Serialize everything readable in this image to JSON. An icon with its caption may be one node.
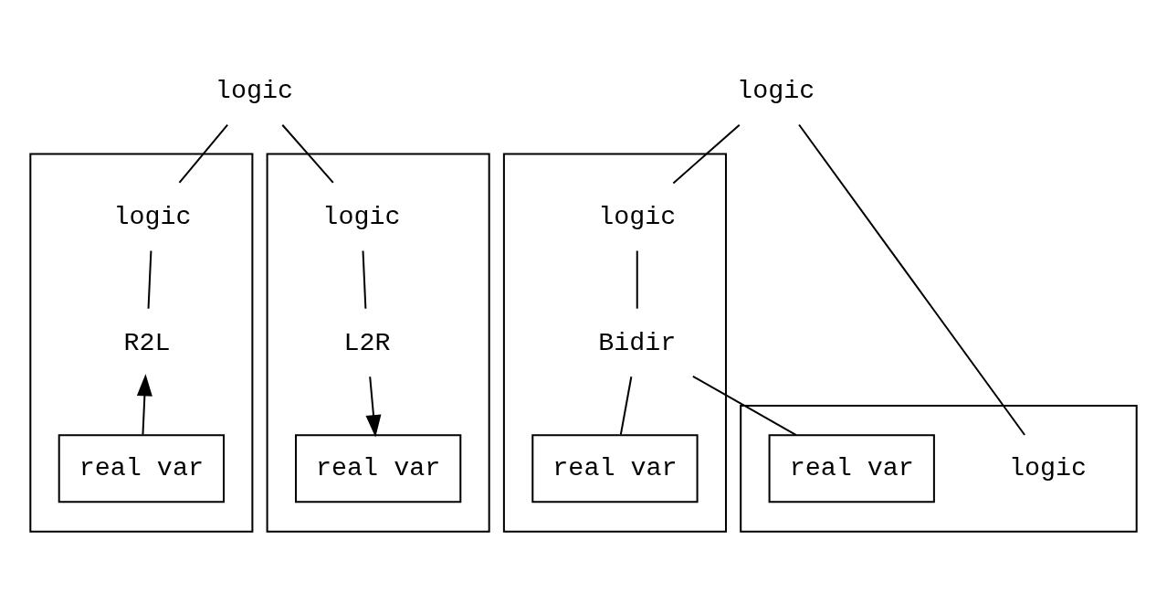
{
  "diagram": {
    "nodes": [
      {
        "text": [
          "logic"
        ]
      },
      {
        "text": [],
        "shape": "box"
      },
      {
        "text": [
          "logic"
        ],
        "in": 1
      },
      {
        "text": [
          "R2L"
        ],
        "in": 1
      },
      {
        "text": [
          "real var"
        ],
        "in": 1
      },
      {
        "text": [],
        "shape": "box"
      },
      {
        "text": [
          "logic"
        ],
        "in": 5
      },
      {
        "text": [
          "L2R"
        ],
        "in": 5
      },
      {
        "text": [
          "real var"
        ],
        "in": 5
      },
      {
        "text": [
          "logic"
        ]
      },
      {
        "text": [],
        "shape": "box"
      },
      {
        "text": [
          "logic"
        ],
        "in": 10
      },
      {
        "text": [
          "Bidir"
        ],
        "in": 10
      },
      {
        "text": [
          "real var"
        ],
        "in": 10
      },
      {
        "text": [],
        "shape": "box"
      },
      {
        "text": [
          "logic"
        ],
        "in": 14
      },
      {
        "text": [
          "real var"
        ],
        "in": 14
      }
    ],
    "edges": [
      {
        "from": 0,
        "to": 2,
        "arrow": "none"
      },
      {
        "from": 0,
        "to": 6,
        "arrow": "none"
      },
      {
        "from": 2,
        "to": 3,
        "arrow": "none"
      },
      {
        "from": 4,
        "to": 3,
        "arrow": "to"
      },
      {
        "from": 6,
        "to": 7,
        "arrow": "none"
      },
      {
        "from": 7,
        "to": 8,
        "arrow": "to"
      },
      {
        "from": 9,
        "to": 11,
        "arrow": "none"
      },
      {
        "from": 9,
        "to": 15,
        "arrow": "none"
      },
      {
        "from": 11,
        "to": 12,
        "arrow": "none"
      },
      {
        "from": 12,
        "to": 13,
        "arrow": "none"
      },
      {
        "from": 12,
        "to": 16,
        "arrow": "none"
      }
    ]
  }
}
